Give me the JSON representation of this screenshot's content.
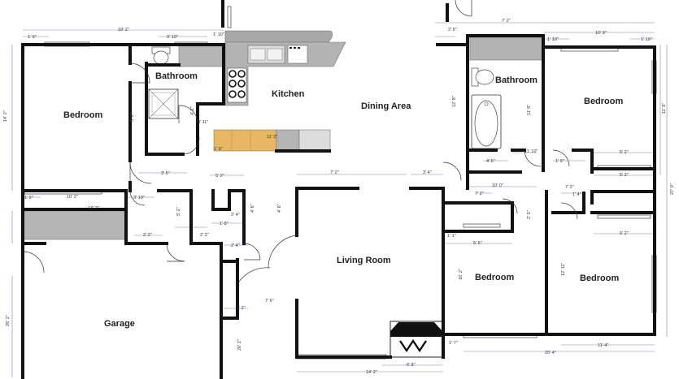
{
  "rooms": {
    "bedroom_nw": "Bedroom",
    "bathroom_w": "Bathroom",
    "kitchen": "Kitchen",
    "dining": "Dining Area",
    "living": "Living Room",
    "garage": "Garage",
    "bathroom_e": "Bathroom",
    "bedroom_ne": "Bedroom",
    "bedroom_s1": "Bedroom",
    "bedroom_s2": "Bedroom"
  },
  "dims": {
    "d01": "1' 9\"",
    "d02": "19' 2\"",
    "d03": "9' 10\"",
    "d04": "1' 10\"",
    "d05": "7' 2\"",
    "d06": "10' 9\"",
    "d07": "1' 10\"",
    "d08": "1' 10\"",
    "d09": "2' 6\"",
    "d10": "14' 2\"",
    "d11": "12' 8\"",
    "d12": "11' 6\"",
    "d13": "3' 11\"",
    "d14": "11' 2\"",
    "d15": "3' 5\"",
    "d16": "5' 2\"",
    "d17": "7' 2\"",
    "d18": "3' 4\"",
    "d19": "10' 0\"",
    "d20": "4' 6\"",
    "d21": "11' 10\"",
    "d22": "1' 9\"",
    "d23": "5' 2\"",
    "d24": "5' 2\"",
    "d25": "27' 0\"",
    "d26": "10' 2\"",
    "d27": "3' 10\"",
    "d28": "13' 2\"",
    "d29": "5' 2\"",
    "d30": "1' 8\"",
    "d31": "2' 4\"",
    "d32": "4' 6\"",
    "d33": "2' 2\"",
    "d34": "4' 6\"",
    "d35": "2' 4\"",
    "d36": "2' 2\"",
    "d37": "7' 2\"",
    "d38": "1' 4\"",
    "d39": "6' 2\"",
    "d40": "5' 6\"",
    "d41": "1' 1\"",
    "d42": "16' 2\"",
    "d43": "12' 11\"",
    "d44": "2' 2\"",
    "d45": "7' 6\"",
    "d46": "1' 7\"",
    "d47": "11' 4\"",
    "d48": "20' 4\"",
    "d49": "6' 8\"",
    "d50": "14' 2\"",
    "d51": "20' 2\"",
    "d52": "26' 2\"",
    "d53": "1' 9\"",
    "d54": "4' 2\"",
    "d55": "5' 6\"",
    "d56": "1' 9\"",
    "d57": "7' 2\"",
    "d58": "2' 5\"",
    "d59": "11' 6\""
  }
}
